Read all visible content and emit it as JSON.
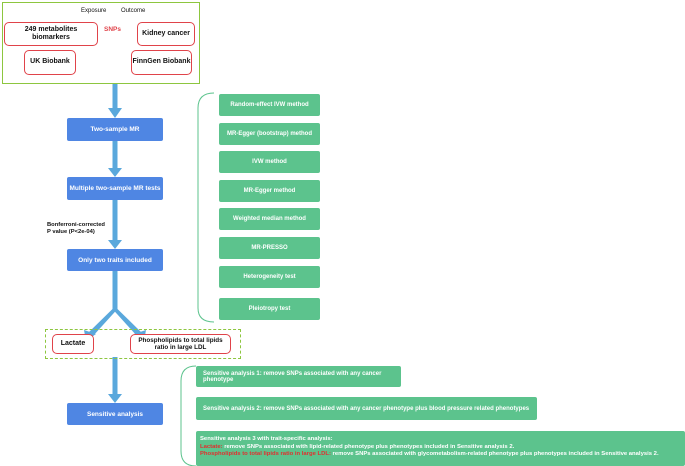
{
  "header": {
    "exposure": "Exposure",
    "outcome": "Outcome",
    "snps": "SNPs"
  },
  "exposure_box": "249 metabolites biomarkers",
  "outcome_box": "Kidney cancer",
  "uk_biobank": "UK Biobank",
  "finngen_biobank": "FinnGen Biobank",
  "flow": {
    "two_sample": "Two-sample MR",
    "multiple_tests": "Multiple two-sample MR tests",
    "bonferroni_line1": "Bonferroni-corrected",
    "bonferroni_line2": "P value (P<2e-04)",
    "only_two": "Only two traits included",
    "sensitive": "Sensitive analysis"
  },
  "traits": {
    "lactate": "Lactate",
    "phospholipids": "Phospholipids to total lipids ratio in large LDL"
  },
  "methods": [
    "Random-effect IVW method",
    "MR-Egger (bootstrap) method",
    "IVW method",
    "MR-Egger method",
    "Weighted median method",
    "MR-PRESSO",
    "Heterogeneity test",
    "Pleiotropy test"
  ],
  "sensitivity": {
    "s1": "Sensitive analysis 1: remove SNPs associated with any cancer phenotype",
    "s2": "Sensitive analysis 2: remove SNPs associated with any cancer phenotype plus blood pressure related phenotypes",
    "s3_title": "Sensitive analysis 3 with trait-specific analysis:",
    "s3_lactate_key": "Lactate:",
    "s3_lactate_text": " remove SNPs associated with lipid-related phenotype plus phenotypes included in Sensitive analysis 2.",
    "s3_phos_key": "Phospholipids to total lipids ratio in large LDL:",
    "s3_phos_text": " remove SNPs associated with glycometabolism-related phenotype plus phenotypes included in Sensitive analysis 2."
  },
  "colors": {
    "blue": "#4f86e3",
    "green": "#5cc38d",
    "arrow": "#5aa8dc",
    "red": "#e0434a",
    "lime": "#8dc63f"
  }
}
